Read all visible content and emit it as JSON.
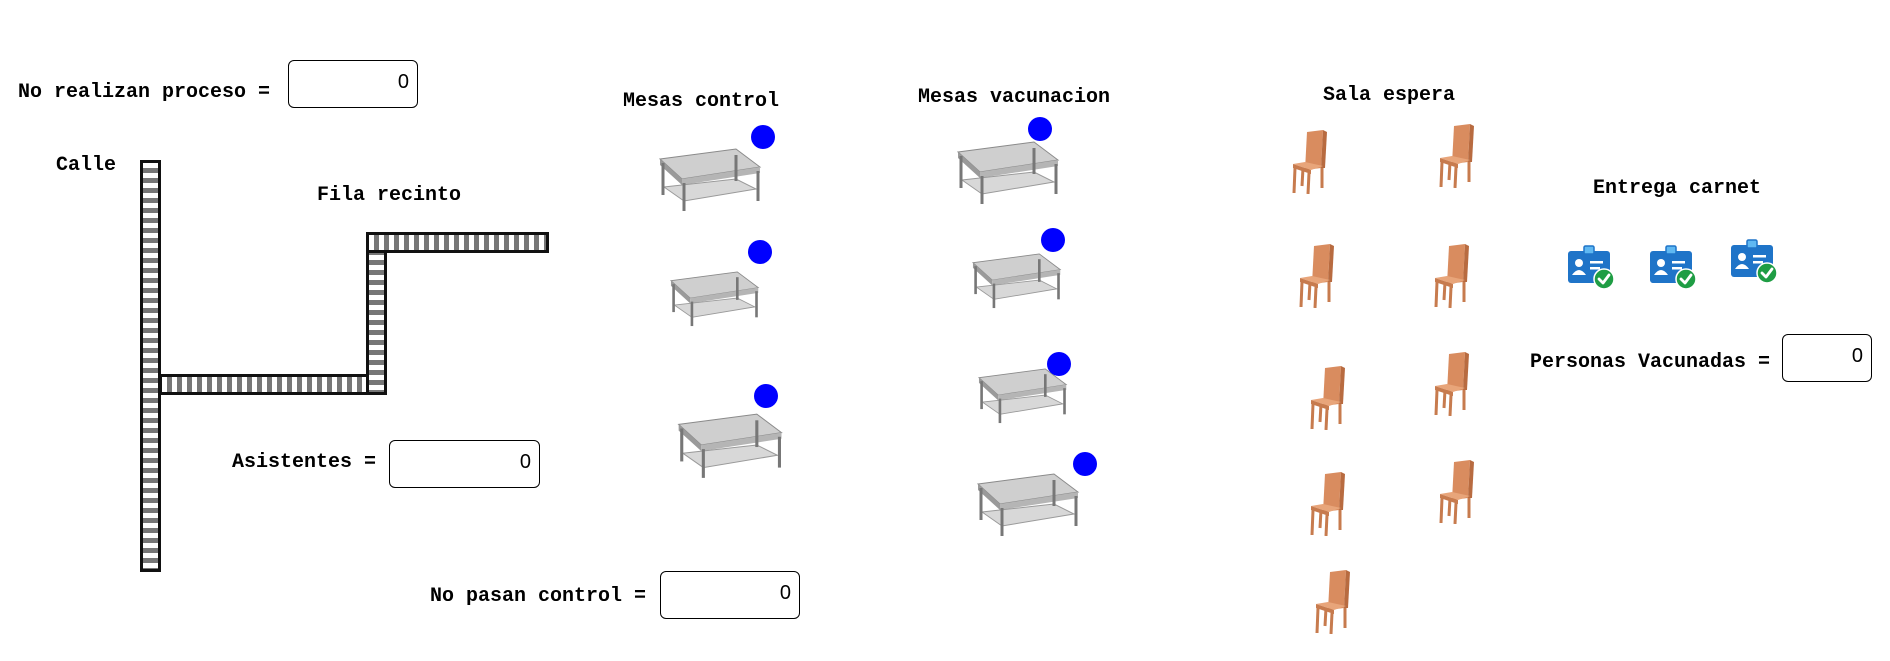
{
  "labels": {
    "no_realizan": "No realizan proceso =",
    "calle": "Calle",
    "fila_recinto": "Fila recinto",
    "asistentes": "Asistentes =",
    "no_pasan": "No pasan control =",
    "mesas_control": "Mesas control",
    "mesas_vacunacion": "Mesas vacunacion",
    "sala_espera": "Sala espera",
    "entrega_carnet": "Entrega carnet",
    "personas_vacunadas": "Personas Vacunadas ="
  },
  "counters": {
    "no_realizan": "0",
    "asistentes": "0",
    "no_pasan": "0",
    "personas_vacunadas": "0"
  },
  "icons": {
    "table": "table-icon",
    "chair": "chair-icon",
    "badge": "id-badge-check-icon",
    "status": "status-dot-icon"
  },
  "colors": {
    "status_dot": "#0000ff",
    "chair": "#d98c5f",
    "badge": "#1f74c8",
    "check": "#1f9d44",
    "table": "#a8a8a8"
  }
}
